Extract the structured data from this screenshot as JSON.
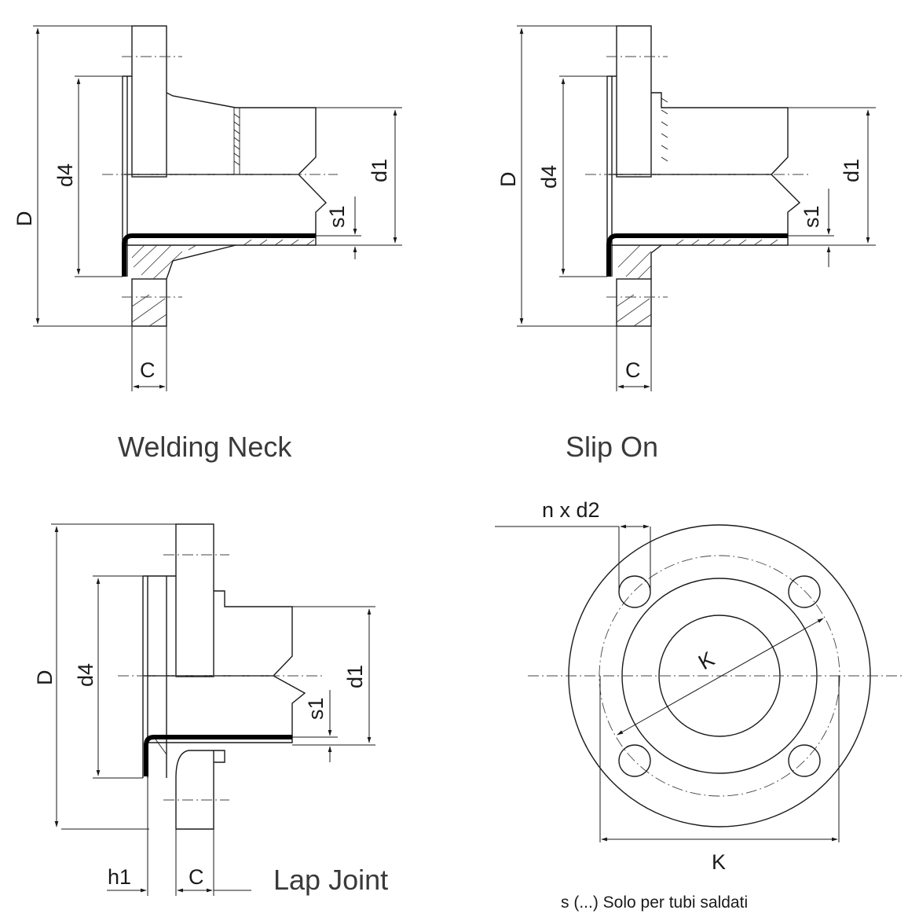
{
  "welding_neck": {
    "title": "Welding Neck",
    "labels": {
      "D": "D",
      "d4": "d4",
      "d1": "d1",
      "s1": "s1",
      "C": "C"
    }
  },
  "slip_on": {
    "title": "Slip On",
    "labels": {
      "D": "D",
      "d4": "d4",
      "d1": "d1",
      "s1": "s1",
      "C": "C"
    }
  },
  "lap_joint": {
    "title": "Lap Joint",
    "labels": {
      "D": "D",
      "d4": "d4",
      "d1": "d1",
      "s1": "s1",
      "C": "C",
      "h1": "h1"
    }
  },
  "flange_face": {
    "labels": {
      "holes": "n x d2",
      "K_diag": "K",
      "K_bottom": "K"
    }
  },
  "note": "s (...) Solo per tubi saldati",
  "colors": {
    "line": "#1a1a1a",
    "caption": "#3a3a3a",
    "background": "#ffffff"
  }
}
